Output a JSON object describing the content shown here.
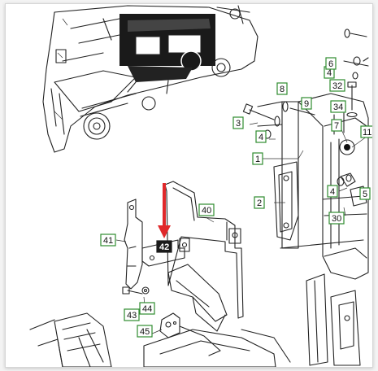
{
  "diagram": {
    "callouts": [
      {
        "id": "1",
        "text": "1"
      },
      {
        "id": "2",
        "text": "2"
      },
      {
        "id": "3",
        "text": "3"
      },
      {
        "id": "4a",
        "text": "4"
      },
      {
        "id": "4b",
        "text": "4"
      },
      {
        "id": "4c",
        "text": "4"
      },
      {
        "id": "5",
        "text": "5"
      },
      {
        "id": "6",
        "text": "6"
      },
      {
        "id": "7",
        "text": "7"
      },
      {
        "id": "8",
        "text": "8"
      },
      {
        "id": "9",
        "text": "9"
      },
      {
        "id": "11",
        "text": "11"
      },
      {
        "id": "30",
        "text": "30"
      },
      {
        "id": "32",
        "text": "32"
      },
      {
        "id": "34",
        "text": "34"
      },
      {
        "id": "40",
        "text": "40"
      },
      {
        "id": "41",
        "text": "41"
      },
      {
        "id": "42",
        "text": "42"
      },
      {
        "id": "43",
        "text": "43"
      },
      {
        "id": "44",
        "text": "44"
      },
      {
        "id": "45",
        "text": "45"
      }
    ],
    "highlighted_callout": "42",
    "arrow_color": "#e0282a",
    "label_border_color": "#2e8b2e"
  }
}
